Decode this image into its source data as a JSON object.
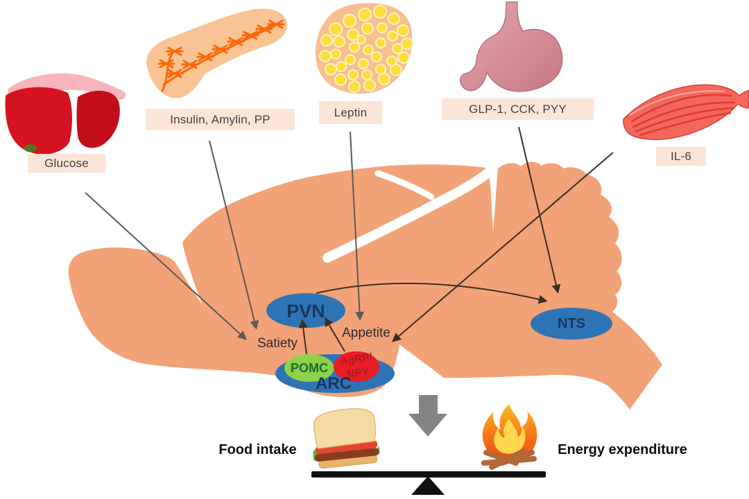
{
  "labels": {
    "glucose": "Glucose",
    "insulin": "Insulin, Amylin, PP",
    "leptin": "Leptin",
    "glp1": "GLP-1, CCK, PYY",
    "il6": "IL-6"
  },
  "brain": {
    "pvn": "PVN",
    "nts": "NTS",
    "arc": "ARC",
    "pomc": "POMC",
    "agrp_line1": "AgRP/",
    "agrp_line2": "NPY",
    "satiety": "Satiety",
    "appetite": "Appetite"
  },
  "balance": {
    "food_intake": "Food intake",
    "energy_expenditure": "Energy expenditure"
  },
  "colors": {
    "brain_fill": "#F2A277",
    "nucleus_blue": "#2E74B5",
    "pomc_green": "#8ED14B",
    "agrp_red": "#EB1C24",
    "nucleus_text": "#17375D",
    "pomc_text": "#1D6A34",
    "agrp_text": "#A81D21",
    "label_bg": "#FBE5D6",
    "label_text": "#3F3F3F",
    "arrow_gray": "#5A5A5A",
    "arrow_dark": "#3B2E21",
    "down_arrow_gray": "#848484",
    "balance_black": "#111111"
  }
}
